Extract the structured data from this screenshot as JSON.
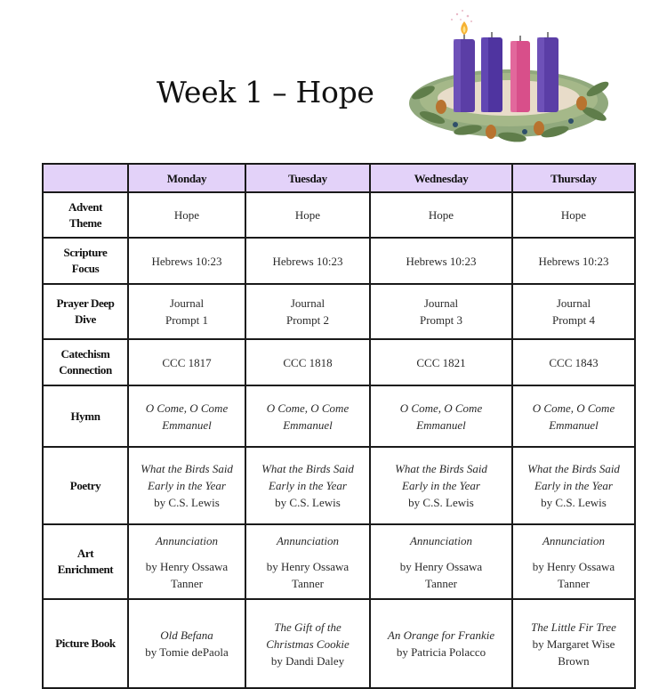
{
  "title": "Week 1 – Hope",
  "columns": [
    "Monday",
    "Tuesday",
    "Wednesday",
    "Thursday"
  ],
  "rows": {
    "advent_theme": {
      "label": [
        "Advent",
        "Theme"
      ],
      "cells": [
        "Hope",
        "Hope",
        "Hope",
        "Hope"
      ]
    },
    "scripture_focus": {
      "label": [
        "Scripture",
        "Focus"
      ],
      "cells": [
        "Hebrews 10:23",
        "Hebrews 10:23",
        "Hebrews 10:23",
        "Hebrews 10:23"
      ]
    },
    "prayer_deep_dive": {
      "label": [
        "Prayer Deep",
        "Dive"
      ],
      "cells": [
        {
          "line1": "Journal",
          "line2": "Prompt 1"
        },
        {
          "line1": "Journal",
          "line2": "Prompt 2"
        },
        {
          "line1": "Journal",
          "line2": "Prompt 3"
        },
        {
          "line1": "Journal",
          "line2": "Prompt 4"
        }
      ]
    },
    "catechism_connection": {
      "label": [
        "Catechism",
        "Connection"
      ],
      "cells": [
        "CCC 1817",
        "CCC 1818",
        "CCC 1821",
        "CCC 1843"
      ]
    },
    "hymn": {
      "label": "Hymn",
      "cells": [
        {
          "line1": "O Come, O Come",
          "line2": "Emmanuel"
        },
        {
          "line1": "O Come, O Come",
          "line2": "Emmanuel"
        },
        {
          "line1": "O Come, O Come",
          "line2": "Emmanuel"
        },
        {
          "line1": "O Come, O Come",
          "line2": "Emmanuel"
        }
      ]
    },
    "poetry": {
      "label": "Poetry",
      "cells": [
        {
          "line1": "What the Birds Said",
          "line2": "Early in the Year",
          "by": "by C.S. Lewis"
        },
        {
          "line1": "What the Birds Said",
          "line2": "Early in the Year",
          "by": "by C.S. Lewis"
        },
        {
          "line1": "What the Birds Said",
          "line2": "Early in the Year",
          "by": "by C.S. Lewis"
        },
        {
          "line1": "What the Birds Said",
          "line2": "Early in the Year",
          "by": "by C.S. Lewis"
        }
      ]
    },
    "art_enrichment": {
      "label": [
        "Art",
        "Enrichment"
      ],
      "cells": [
        {
          "work": "Annunciation",
          "by1": "by Henry Ossawa",
          "by2": "Tanner"
        },
        {
          "work": "Annunciation",
          "by1": "by Henry Ossawa",
          "by2": "Tanner"
        },
        {
          "work": "Annunciation",
          "by1": "by Henry Ossawa",
          "by2": "Tanner"
        },
        {
          "work": "Annunciation",
          "by1": "by Henry Ossawa",
          "by2": "Tanner"
        }
      ]
    },
    "picture_book": {
      "label": "Picture Book",
      "cells": [
        {
          "line1": "Old Befana",
          "line2": "",
          "by1": "by Tomie dePaola",
          "by2": ""
        },
        {
          "line1": "The Gift of the",
          "line2": "Christmas Cookie",
          "by1": "by Dandi Daley",
          "by2": ""
        },
        {
          "line1": "An Orange for Frankie",
          "line2": "",
          "by1": "by Patricia Polacco",
          "by2": ""
        },
        {
          "line1": "The Little Fir Tree",
          "line2": "",
          "by1": "by Margaret Wise",
          "by2": "Brown"
        }
      ]
    }
  },
  "colors": {
    "header_bg": "#e3d2f9",
    "candle_purple": "#5b3ea6",
    "candle_pink": "#d84f8a",
    "greenery": "#6f8a56"
  },
  "icons": [
    "advent-wreath-icon"
  ]
}
